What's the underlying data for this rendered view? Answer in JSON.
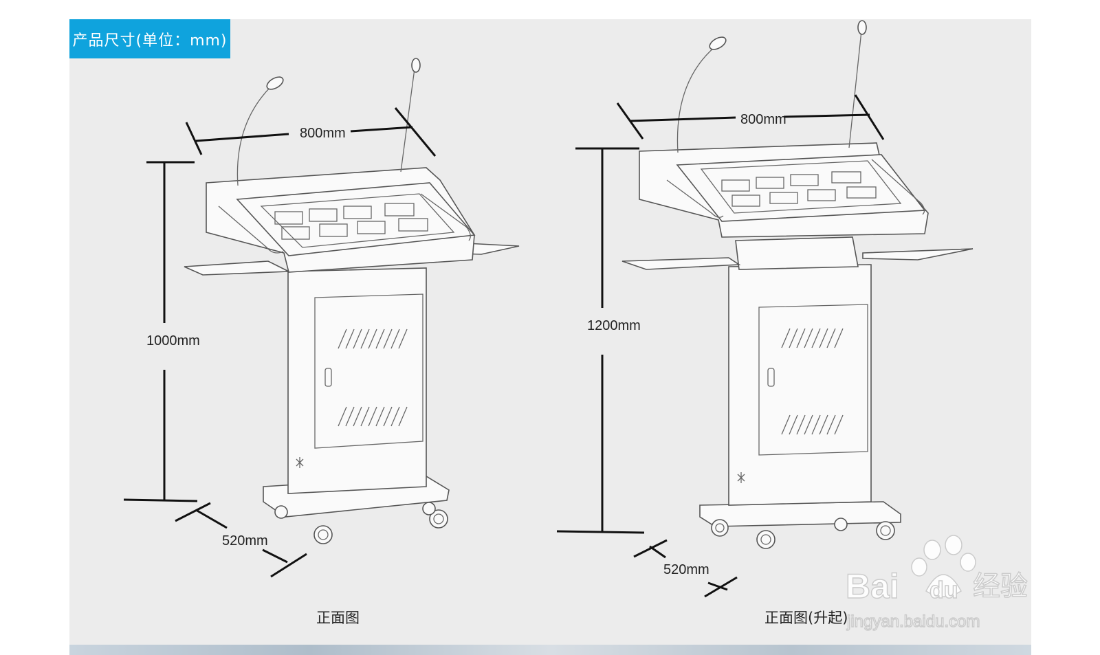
{
  "header": {
    "title": "产品尺寸(单位：mm)"
  },
  "views": [
    {
      "caption": "正面图",
      "width": "800mm",
      "height": "1000mm",
      "depth": "520mm"
    },
    {
      "caption": "正面图(升起)",
      "width": "800mm",
      "height": "1200mm",
      "depth": "520mm"
    }
  ],
  "watermark": {
    "brand": "Bai",
    "brand2": "du",
    "product": "经验",
    "url": "jingyan.baidu.com"
  },
  "colors": {
    "accent": "#0fa3dd",
    "panel": "#ececec",
    "line": "#111111"
  }
}
